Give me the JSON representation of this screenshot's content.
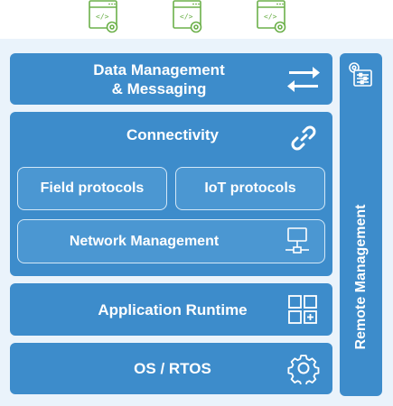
{
  "top_icons": [
    "app-gear-icon",
    "app-gear-icon",
    "app-gear-icon"
  ],
  "blocks": {
    "data_management": {
      "line1": "Data Management",
      "line2": "& Messaging",
      "icon": "arrows-exchange-icon"
    },
    "connectivity": {
      "title": "Connectivity",
      "icon": "link-icon",
      "field_protocols": "Field protocols",
      "iot_protocols": "IoT protocols",
      "network_management": "Network Management",
      "network_icon": "network-icon"
    },
    "application_runtime": {
      "title": "Application Runtime",
      "icon": "app-grid-icon"
    },
    "os": {
      "title": "OS / RTOS",
      "icon": "gear-icon"
    },
    "remote_management": {
      "title": "Remote Management",
      "icon": "settings-sliders-icon"
    }
  },
  "colors": {
    "block": "#3d8ccb",
    "panel": "#eaf3fb",
    "icon_green": "#6cb04a"
  }
}
